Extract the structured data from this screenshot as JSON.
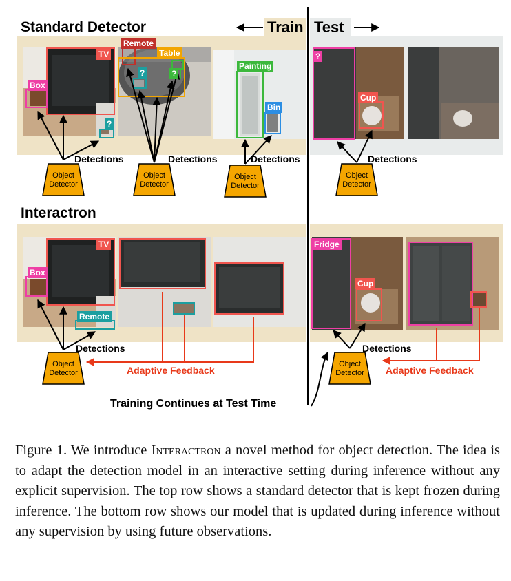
{
  "figure": {
    "headings": {
      "standard": "Standard Detector",
      "interactron": "Interactron",
      "train": "Train",
      "test": "Test"
    },
    "detections_label": "Detections",
    "detector_label_line1": "Object",
    "detector_label_line2": "Detector",
    "adaptive_feedback": "Adaptive Feedback",
    "training_continues": "Training Continues at Test Time",
    "top_tags": {
      "tv": "TV",
      "box": "Box",
      "unknown": "?",
      "remote": "Remote",
      "table": "Table",
      "painting": "Painting",
      "bin": "Bin",
      "cup": "Cup"
    },
    "bottom_tags": {
      "tv": "TV",
      "box": "Box",
      "remote": "Remote",
      "fridge": "Fridge",
      "cup": "Cup"
    },
    "colors": {
      "panel": "#efe3c6",
      "test_panel": "#e8ebeb",
      "detector": "#f5a600",
      "feedback": "#e8391a",
      "tv": "#f0554e",
      "box": "#ee3fa5",
      "remote": "#1c9fa0",
      "table": "#f2a500",
      "green": "#3cb83c",
      "bin": "#2c8ee3",
      "cup": "#f0554e",
      "fridge": "#ee3fa5"
    }
  },
  "caption": {
    "prefix": "Figure 1. We introduce ",
    "name": "Interactron",
    "rest": " a novel method for object detection. The idea is to adapt the detection model in an interactive setting during inference without any explicit supervision. The top row shows a standard detector that is kept frozen during inference. The bottom row shows our model that is updated during inference without any supervision by using future observations."
  }
}
